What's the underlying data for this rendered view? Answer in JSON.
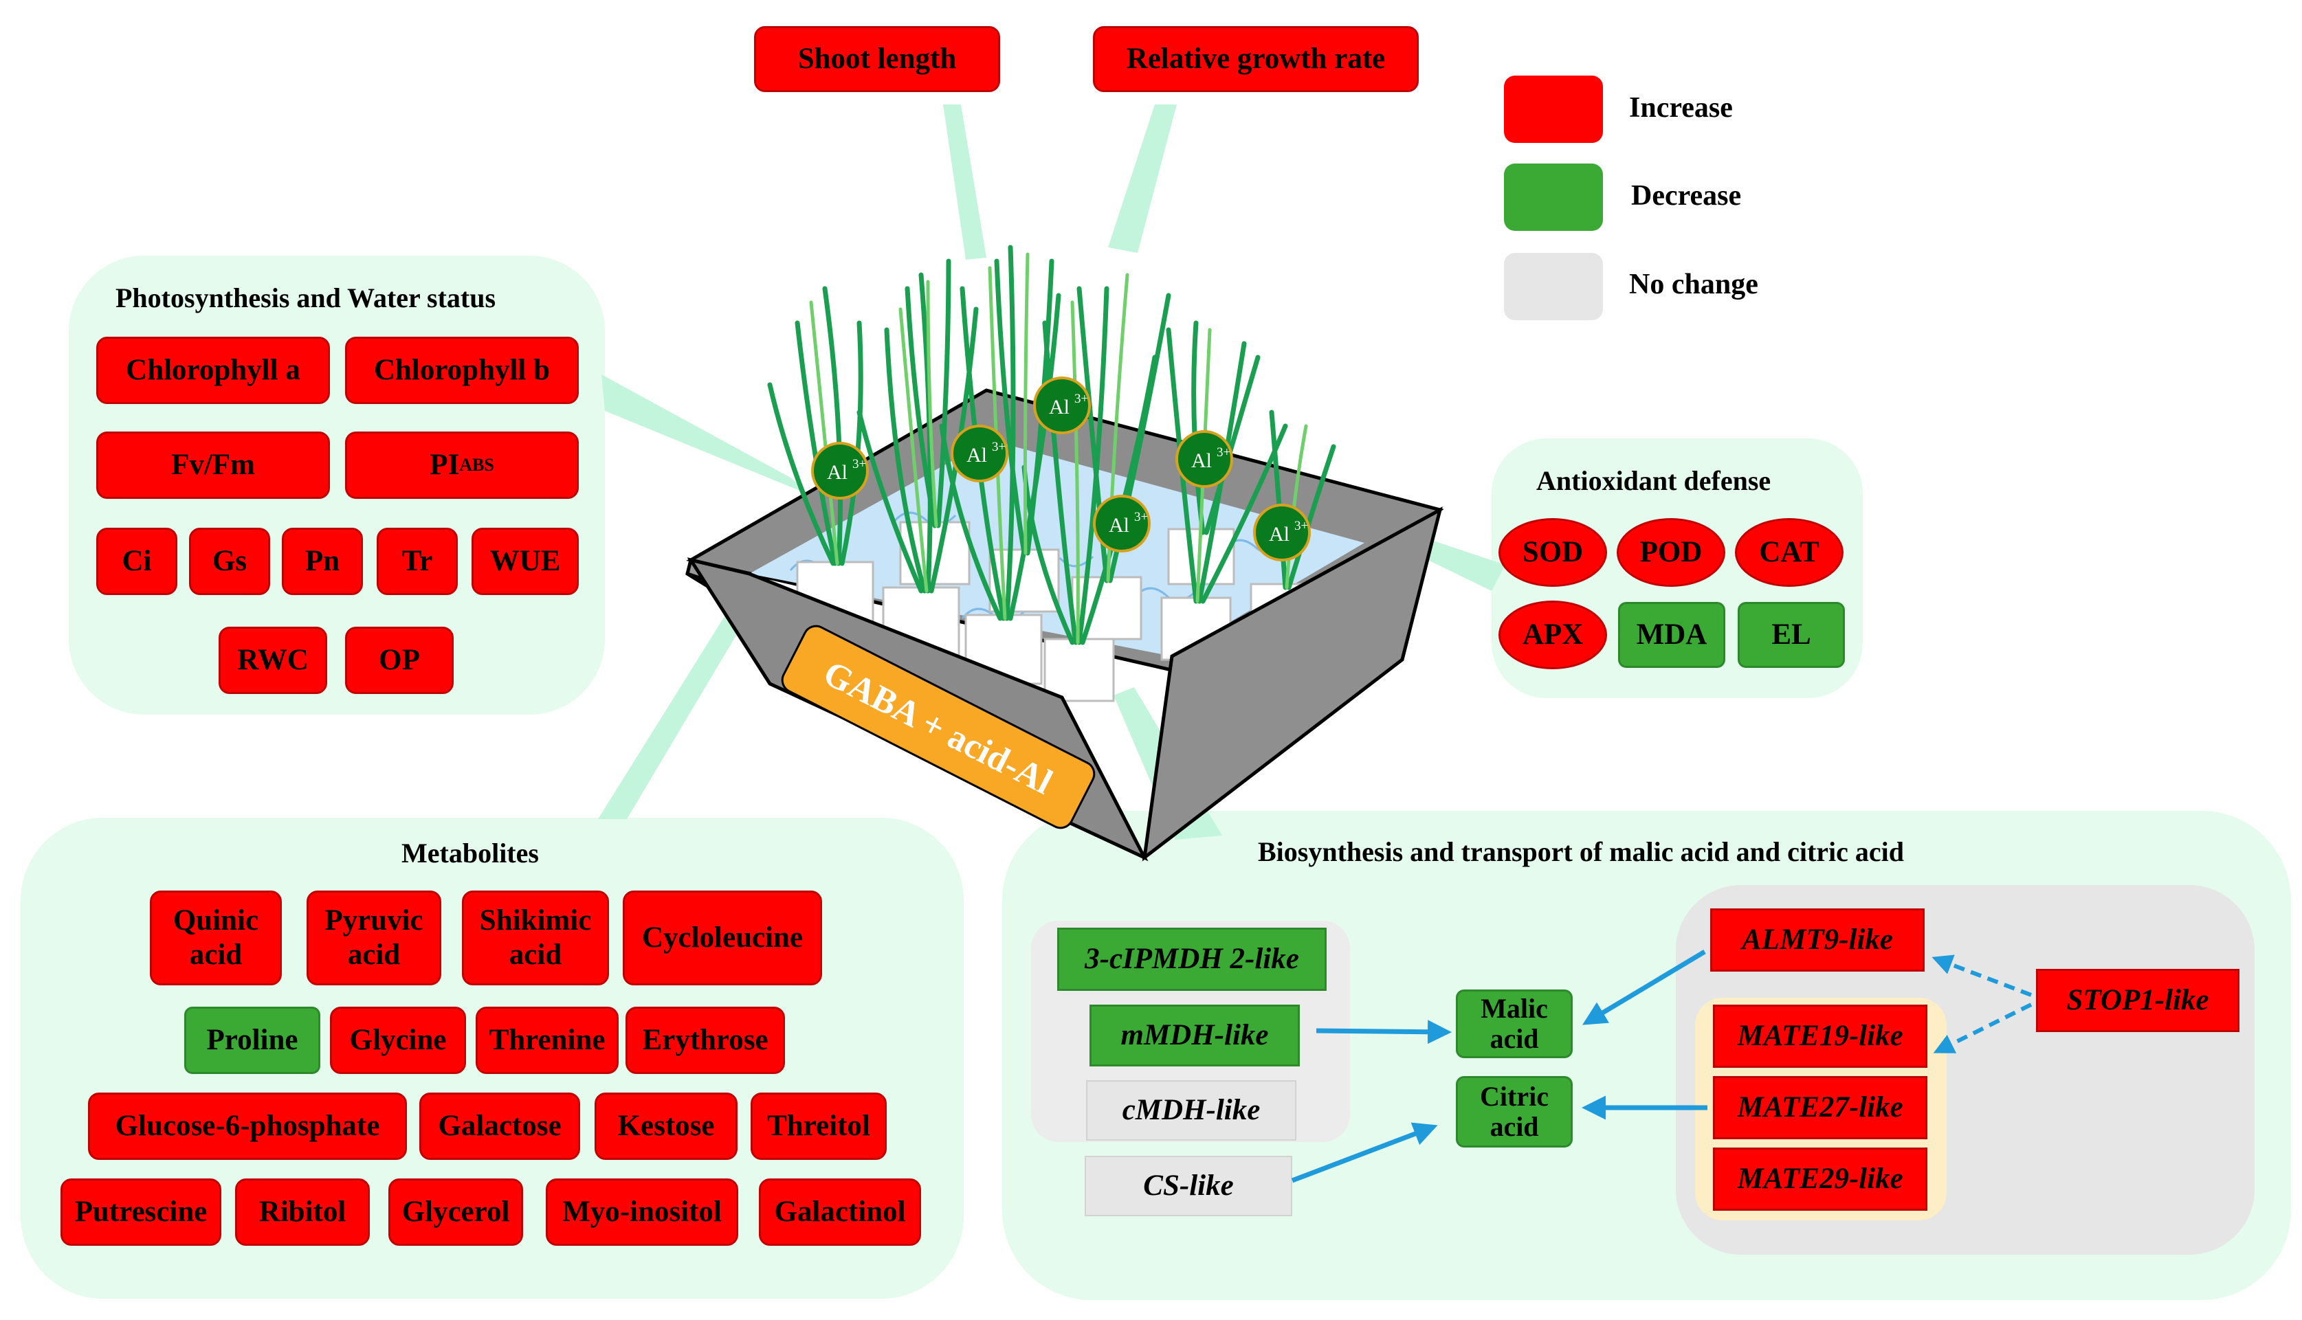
{
  "legend": {
    "increase": "Increase",
    "decrease": "Decrease",
    "no_change": "No change",
    "colors": {
      "increase": "#ff0000",
      "decrease": "#3aaa35",
      "no_change": "#e6e6e6"
    }
  },
  "growth": {
    "shoot_length": "Shoot length",
    "relative_growth_rate": "Relative growth rate"
  },
  "photosynthesis": {
    "title": "Photosynthesis and Water status",
    "chlorophyll_a": "Chlorophyll a",
    "chlorophyll_b": "Chlorophyll b",
    "fvfm": "Fv/Fm",
    "pi_main": "PI",
    "pi_sub": "ABS",
    "ci": "Ci",
    "gs": "Gs",
    "pn": "Pn",
    "tr": "Tr",
    "wue": "WUE",
    "rwc": "RWC",
    "op": "OP"
  },
  "antioxidant": {
    "title": "Antioxidant defense",
    "sod": "SOD",
    "pod": "POD",
    "cat": "CAT",
    "apx": "APX",
    "mda": "MDA",
    "el": "EL"
  },
  "metabolites": {
    "title": "Metabolites",
    "quinic_1": "Quinic",
    "quinic_2": "acid",
    "pyruvic_1": "Pyruvic",
    "pyruvic_2": "acid",
    "shikimic_1": "Shikimic",
    "shikimic_2": "acid",
    "cycloleucine": "Cycloleucine",
    "proline": "Proline",
    "glycine": "Glycine",
    "threnine": "Threnine",
    "erythrose": "Erythrose",
    "glucose6p": "Glucose-6-phosphate",
    "galactose": "Galactose",
    "kestose": "Kestose",
    "threitol": "Threitol",
    "putrescine": "Putrescine",
    "ribitol": "Ribitol",
    "glycerol": "Glycerol",
    "myoinositol": "Myo-inositol",
    "galactinol": "Galactinol"
  },
  "biosynthesis": {
    "title": "Biosynthesis and transport of malic acid and citric acid",
    "ipmdh": "3-cIPMDH 2-like",
    "mmdh": "mMDH-like",
    "cmdh": "cMDH-like",
    "cs": "CS-like",
    "malic_1": "Malic",
    "malic_2": "acid",
    "citric_1": "Citric",
    "citric_2": "acid",
    "almt9": "ALMT9-like",
    "mate19": "MATE19-like",
    "mate27": "MATE27-like",
    "mate29": "MATE29-like",
    "stop1": "STOP1-like"
  },
  "center": {
    "treatment": "GABA + acid-Al",
    "ion": "Al",
    "ion_charge": "3+"
  }
}
